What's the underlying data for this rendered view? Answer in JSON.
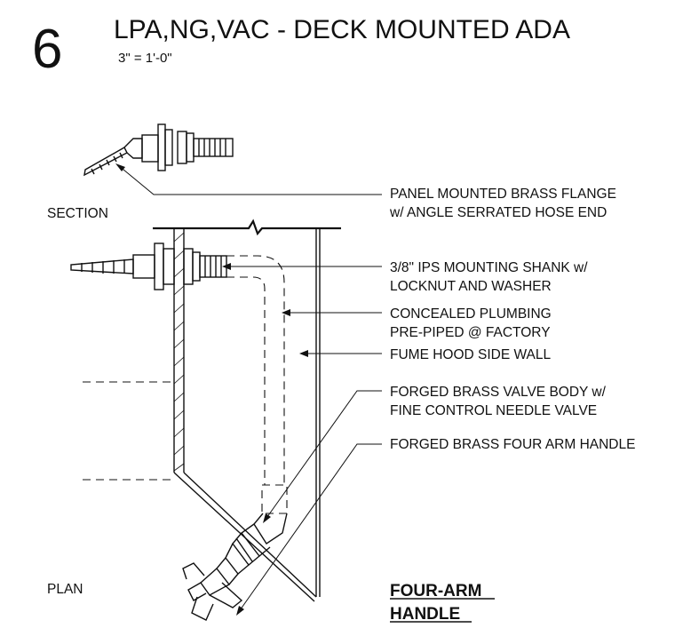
{
  "detail": {
    "number": "6",
    "title": "LPA,NG,VAC - DECK MOUNTED ADA",
    "scale": "3\" = 1'-0\""
  },
  "views": {
    "section": "SECTION",
    "plan": "PLAN"
  },
  "callouts": [
    {
      "line1": "PANEL MOUNTED BRASS FLANGE",
      "line2": "w/ ANGLE SERRATED HOSE END"
    },
    {
      "line1": "3/8\" IPS MOUNTING SHANK w/",
      "line2": "LOCKNUT AND WASHER"
    },
    {
      "line1": "CONCEALED PLUMBING",
      "line2": "PRE-PIPED @ FACTORY"
    },
    {
      "line1": "FUME HOOD SIDE WALL",
      "line2": ""
    },
    {
      "line1": "FORGED BRASS VALVE BODY w/",
      "line2": "FINE CONTROL NEEDLE VALVE"
    },
    {
      "line1": "FORGED BRASS FOUR ARM HANDLE",
      "line2": ""
    }
  ],
  "handle_label": {
    "line1": "FOUR-ARM",
    "line2": "HANDLE"
  }
}
